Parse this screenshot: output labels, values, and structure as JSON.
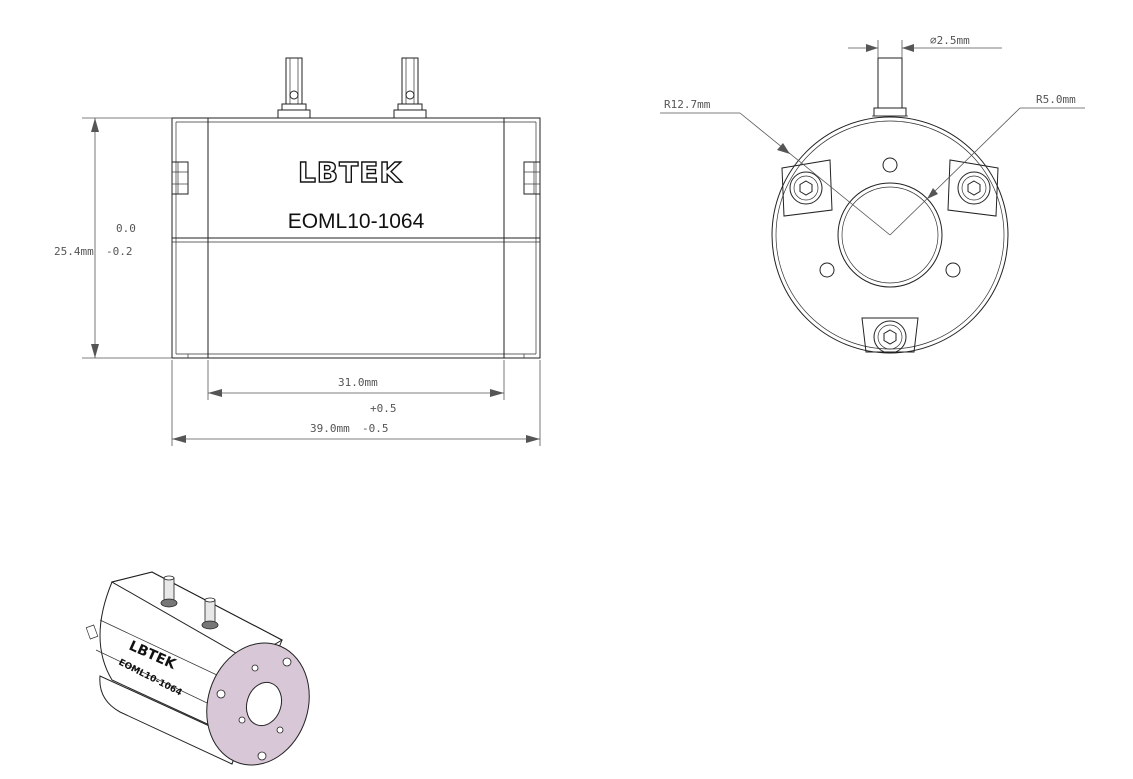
{
  "product": {
    "brand": "LBTEK",
    "model": "EOML10-1064"
  },
  "dimensions": {
    "height_value": "25.4mm",
    "height_tol_upper": "0.0",
    "height_tol_lower": "-0.2",
    "inner_length": "31.0mm",
    "total_length_value": "39.0mm",
    "total_length_tol_upper": "+0.5",
    "total_length_tol_lower": "-0.5",
    "pin_diameter": "⌀2.5mm",
    "outer_radius": "R12.7mm",
    "inner_radius": "R5.0mm"
  },
  "colors": {
    "line": "#222222",
    "dimension": "#555555",
    "end_face": "#d8c7d6",
    "body_shade": "#f2f2f2"
  }
}
